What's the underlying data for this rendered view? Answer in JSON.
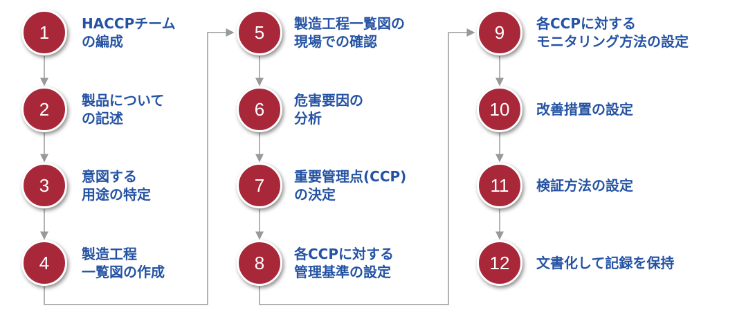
{
  "colors": {
    "circle": "#a8283a",
    "text": "#2553a3",
    "line": "#999999"
  },
  "steps": [
    {
      "num": "1",
      "lines": [
        "HACCPチーム",
        "の編成"
      ]
    },
    {
      "num": "2",
      "lines": [
        "製品について",
        "の記述"
      ]
    },
    {
      "num": "3",
      "lines": [
        "意図する",
        "用途の特定"
      ]
    },
    {
      "num": "4",
      "lines": [
        "製造工程",
        "一覧図の作成"
      ]
    },
    {
      "num": "5",
      "lines": [
        "製造工程一覧図の",
        "現場での確認"
      ]
    },
    {
      "num": "6",
      "lines": [
        "危害要因の",
        "分析"
      ]
    },
    {
      "num": "7",
      "lines": [
        "重要管理点(CCP)",
        "の決定"
      ]
    },
    {
      "num": "8",
      "lines": [
        "各CCPに対する",
        "管理基準の設定"
      ]
    },
    {
      "num": "9",
      "lines": [
        "各CCPに対する",
        "モニタリング方法の設定"
      ]
    },
    {
      "num": "10",
      "lines": [
        "改善措置の設定"
      ]
    },
    {
      "num": "11",
      "lines": [
        "検証方法の設定"
      ]
    },
    {
      "num": "12",
      "lines": [
        "文書化して記録を保持"
      ]
    }
  ]
}
